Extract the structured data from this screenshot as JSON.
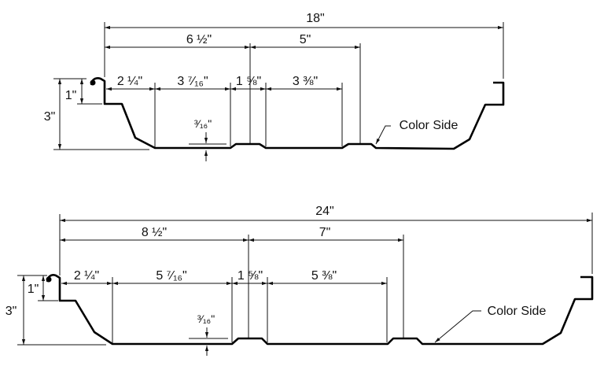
{
  "panel_18": {
    "overall": "18\"",
    "left_to_center": "6 ½\"",
    "center_to_rib": "5\"",
    "seg1": "2 ¼\"",
    "seg2": "3 ⁷⁄₁₆\"",
    "seg3": "1 ⅝\"",
    "seg4": "3 ⅜\"",
    "height": "3\"",
    "seam_height": "1\"",
    "rib_height": "³⁄₁₆\"",
    "color_side": "Color Side"
  },
  "panel_24": {
    "overall": "24\"",
    "left_to_center": "8 ½\"",
    "center_to_rib": "7\"",
    "seg1": "2 ¼\"",
    "seg2": "5 ⁷⁄₁₆\"",
    "seg3": "1 ⅝\"",
    "seg4": "5 ⅜\"",
    "height": "3\"",
    "seam_height": "1\"",
    "rib_height": "³⁄₁₆\"",
    "color_side": "Color Side"
  }
}
